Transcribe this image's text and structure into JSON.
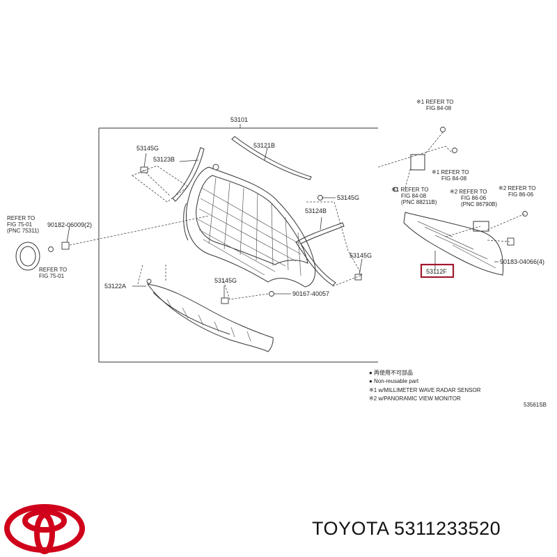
{
  "diagram": {
    "labels": {
      "main": "53101",
      "p53145g_top": "53145G",
      "p53123b": "53123B",
      "p53121b": "53121B",
      "p53145g_right": "53145G",
      "p53124b": "53124B",
      "p53145g_lower_right": "53145G",
      "p53145g_center": "53145G",
      "p53122a": "53122A",
      "bolt_90167": "90167-40057",
      "clip_90182": "90182-06009(2)",
      "part_53112f": "53112F",
      "bolt_90183": "90183-04066(4)",
      "sheet_id": "53561SB"
    },
    "refers": {
      "left_top": [
        "REFER TO",
        "FIG 75-01",
        "(PNC 75311)"
      ],
      "left_bottom": [
        "REFER TO",
        "FIG 75-01"
      ],
      "top_right": [
        "※1 REFER TO",
        "FIG 84-08"
      ],
      "right_mid": [
        "※1 REFER TO",
        "FIG 84-08"
      ],
      "right_left": [
        "※1 REFER TO",
        "FIG 84-08",
        "(PNC 88211B)"
      ],
      "right_center": [
        "※2 REFER TO",
        "FIG 86-06",
        "(PNC 86790B)"
      ],
      "right_far": [
        "※2 REFER TO",
        "FIG 86-06"
      ]
    },
    "legend": [
      "● 再使用不可部品",
      "● Non-reusable part",
      "※1 w/MILLIMETER WAVE RADAR SENSOR",
      "※2 w/PANORAMIC VIEW MONITOR"
    ]
  },
  "footer": {
    "brand_text": "TOYOTA 5311233520",
    "logo_icon": "toyota-logo-icon",
    "logo_color": "#d0021b",
    "highlight_color": "#a0182e"
  }
}
